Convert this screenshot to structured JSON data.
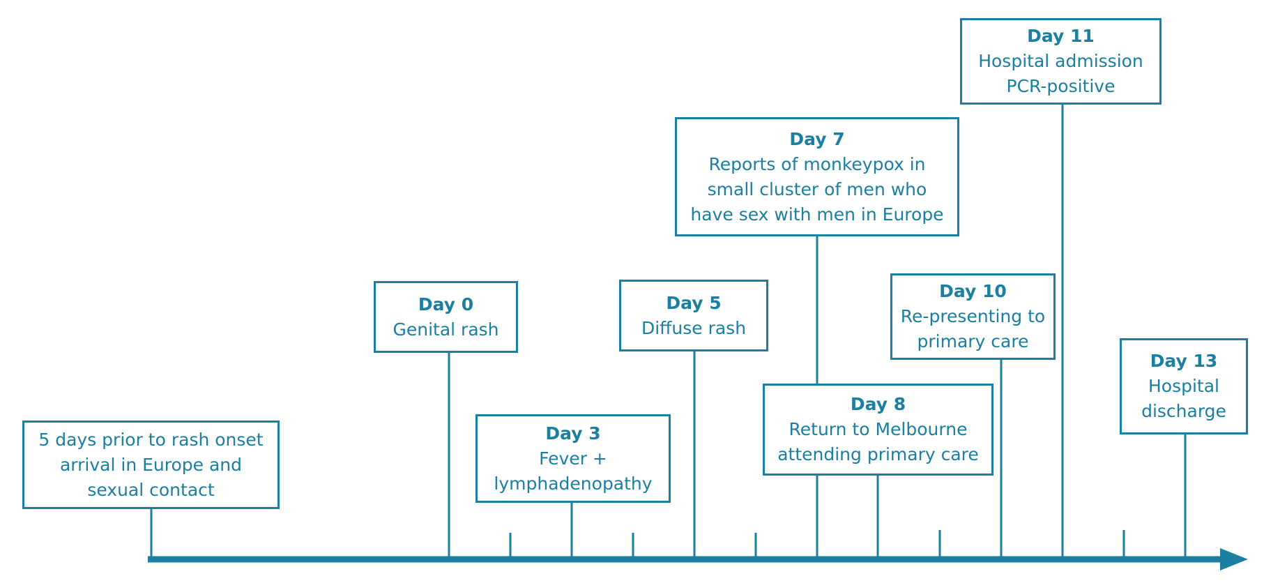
{
  "timeline": {
    "events": [
      {
        "id": "prior",
        "day": "",
        "lines": [
          "5 days prior to rash onset",
          "arrival in Europe and",
          "sexual contact"
        ]
      },
      {
        "id": "day0",
        "day": "Day 0",
        "lines": [
          "Genital rash"
        ]
      },
      {
        "id": "day3",
        "day": "Day 3",
        "lines": [
          "Fever +",
          "lymphadenopathy"
        ]
      },
      {
        "id": "day5",
        "day": "Day 5",
        "lines": [
          "Diffuse rash"
        ]
      },
      {
        "id": "day7",
        "day": "Day 7",
        "lines": [
          "Reports of monkeypox in",
          "small cluster of men who",
          "have sex with men in Europe"
        ]
      },
      {
        "id": "day8",
        "day": "Day 8",
        "lines": [
          "Return to Melbourne",
          "attending primary care"
        ]
      },
      {
        "id": "day10",
        "day": "Day 10",
        "lines": [
          "Re-presenting to",
          "primary care"
        ]
      },
      {
        "id": "day11",
        "day": "Day 11",
        "lines": [
          "Hospital admission",
          "PCR-positive"
        ]
      },
      {
        "id": "day13",
        "day": "Day 13",
        "lines": [
          "Hospital",
          "discharge"
        ]
      }
    ]
  },
  "colors": {
    "accent": "#1a7fa0"
  }
}
